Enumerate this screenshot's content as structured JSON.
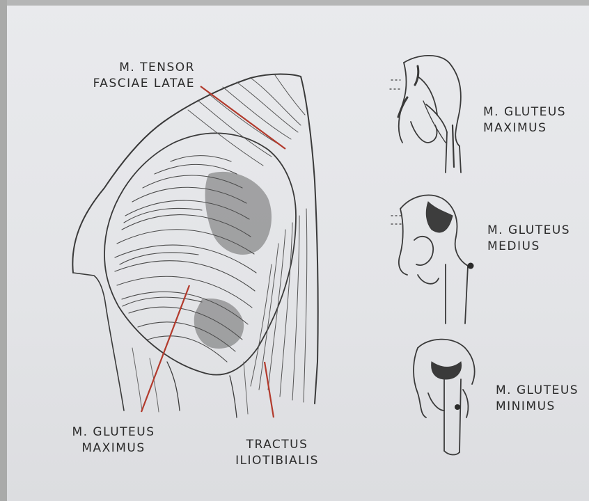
{
  "labels": {
    "tensor": "M. TENSOR\nFASCIAE LATAE",
    "gluteus_maximus_main": "M. GLUTEUS\nMAXIMUS",
    "tractus": "TRACTUS\nILIOTIBIALIS",
    "gluteus_maximus_small": "M. GLUTEUS\nMAXIMUS",
    "gluteus_medius": "M. GLUTEUS\nMEDIUS",
    "gluteus_minimus": "M. GLUTEUS\nMINIMUS"
  },
  "colors": {
    "leader": "#b23a2c",
    "ink": "#3a3a3a"
  }
}
